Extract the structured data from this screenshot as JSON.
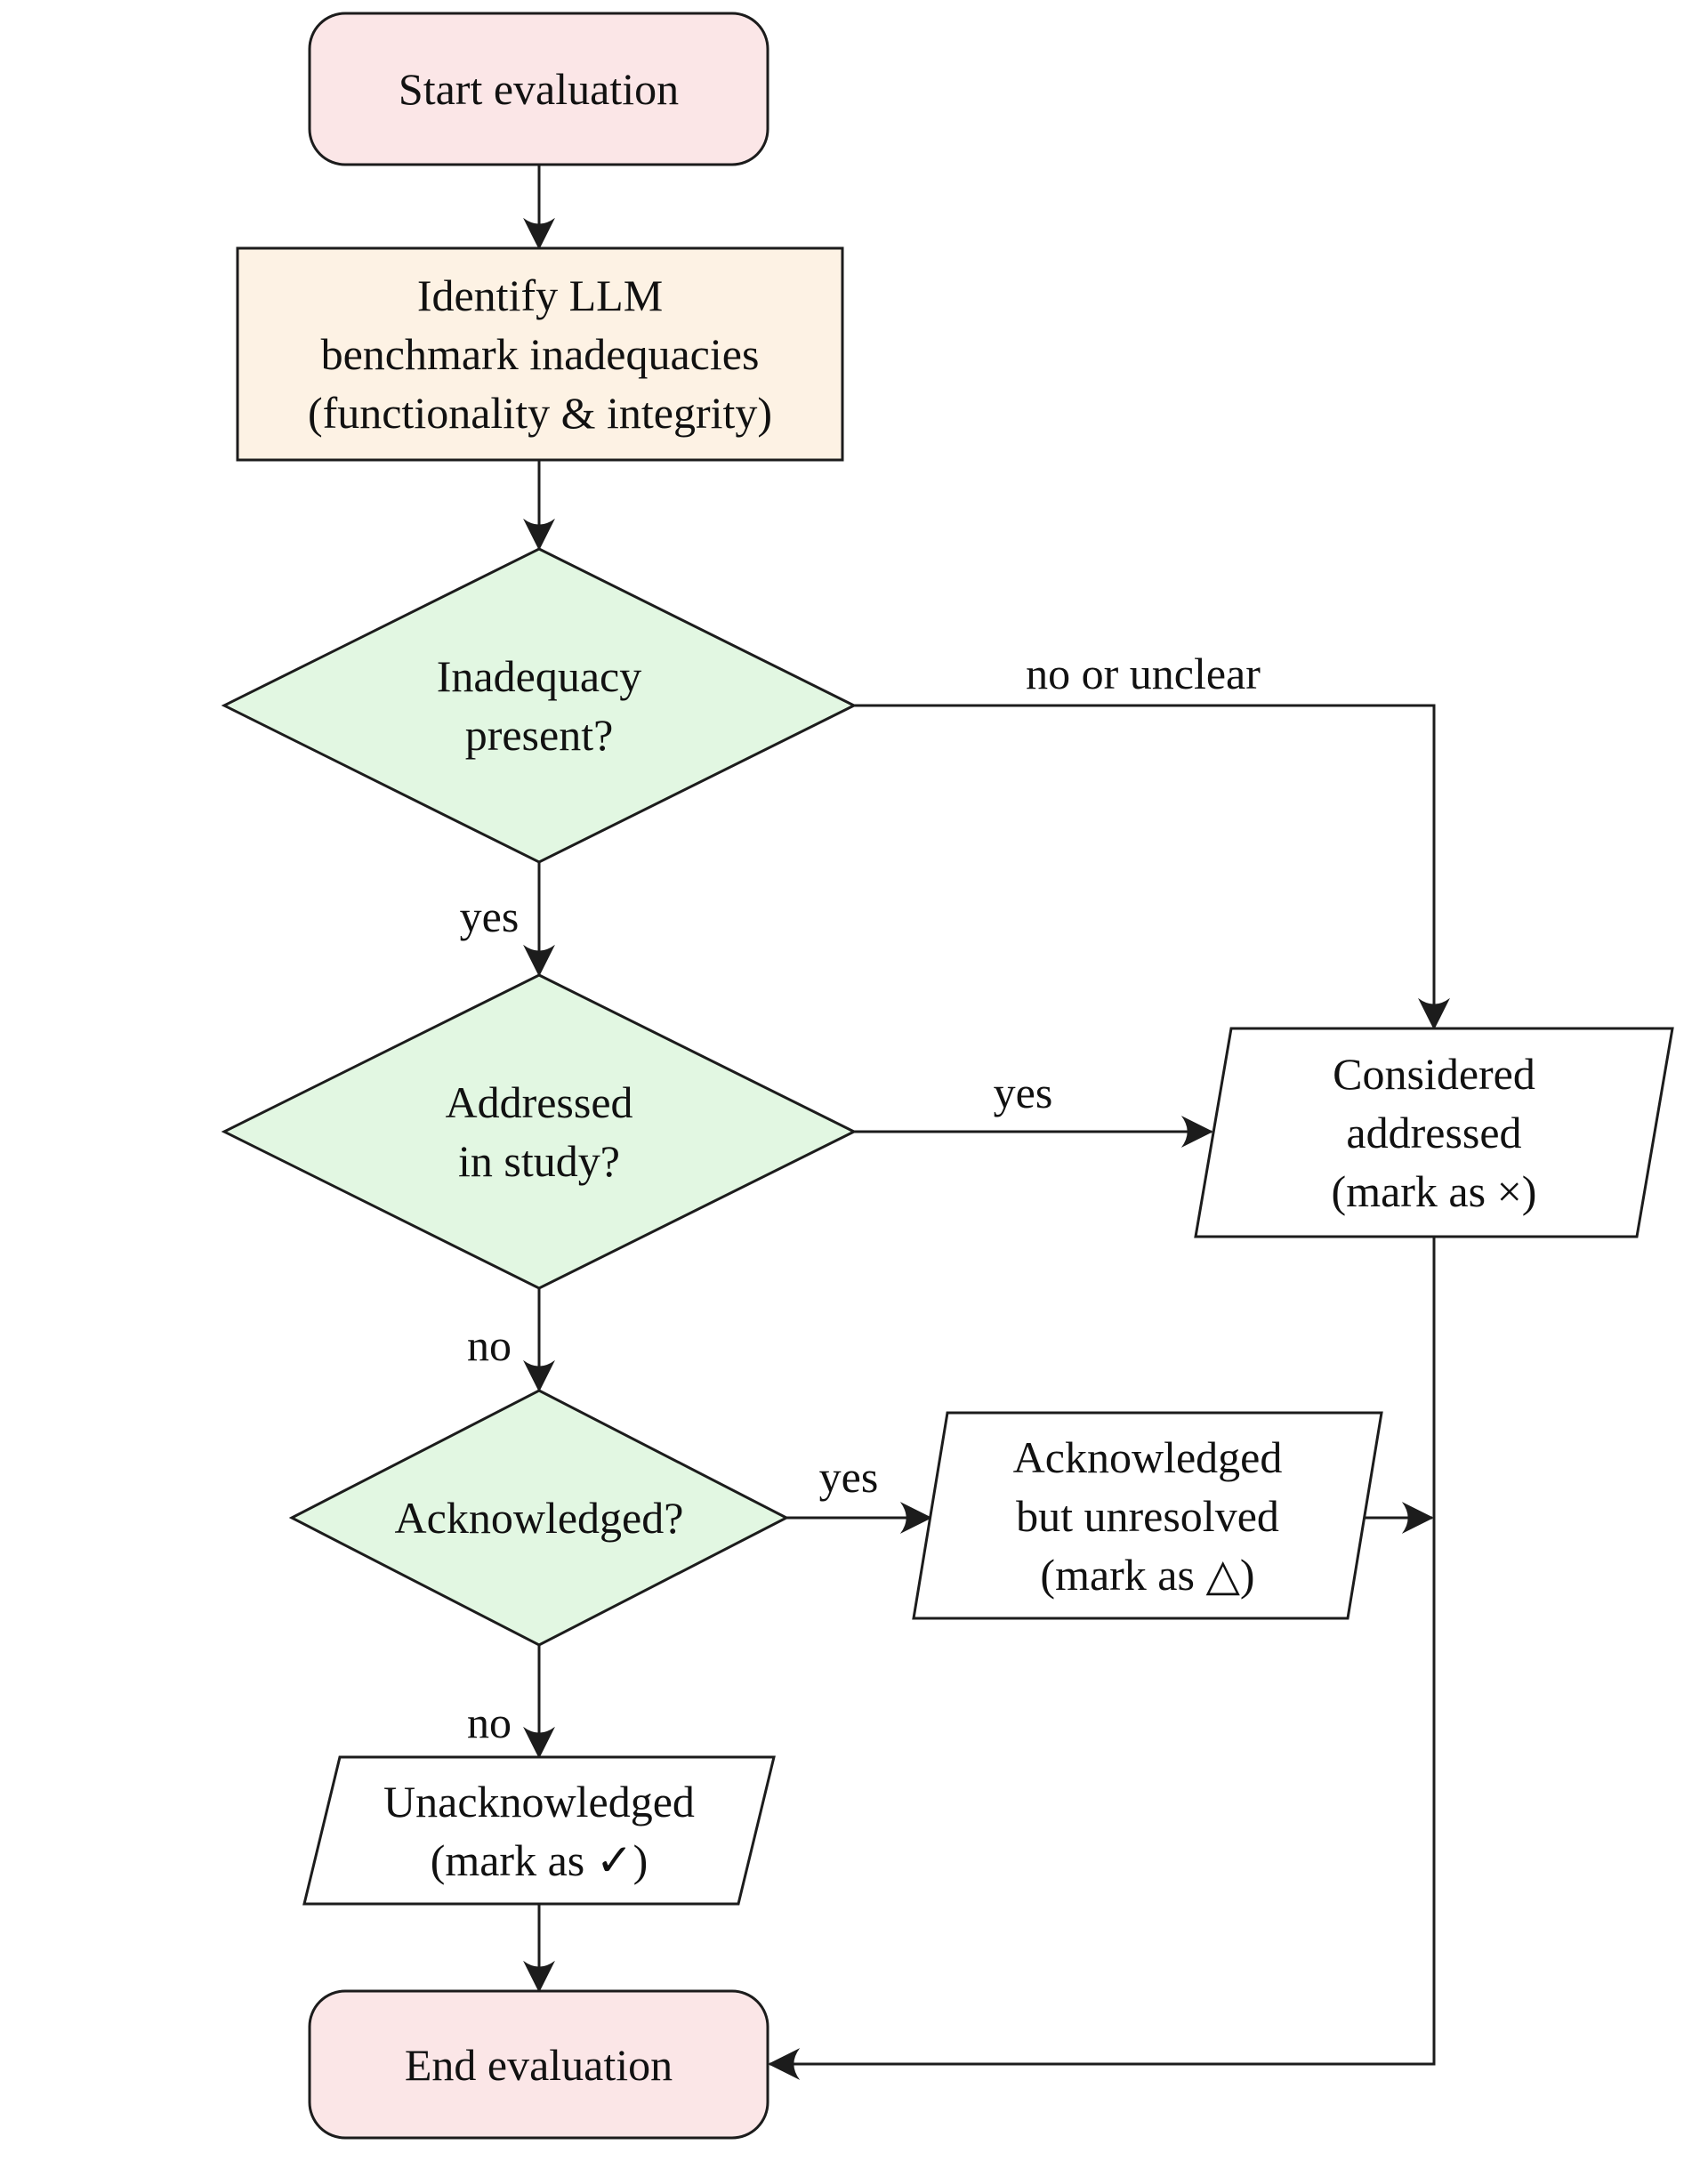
{
  "flowchart": {
    "background": "#ffffff",
    "stroke_color": "#1c1c1c",
    "nodes": {
      "start": {
        "label": "Start evaluation",
        "fill": "#fbe6e7",
        "shape": "rounded-terminator"
      },
      "identify": {
        "label": "Identify LLM\nbenchmark inadequacies\n(functionality & integrity)",
        "fill": "#fdf2e4",
        "shape": "process-rect"
      },
      "inadequacy_present": {
        "label": "Inadequacy\npresent?",
        "fill": "#e2f7e2",
        "shape": "decision-diamond"
      },
      "addressed_in_study": {
        "label": "Addressed\nin study?",
        "fill": "#e2f7e2",
        "shape": "decision-diamond"
      },
      "acknowledged": {
        "label": "Acknowledged?",
        "fill": "#e2f7e2",
        "shape": "decision-diamond"
      },
      "considered_addressed": {
        "label": "Considered\naddressed\n(mark as ×)",
        "fill": "#ffffff",
        "shape": "io-parallelogram"
      },
      "acknowledged_unresolved": {
        "label": "Acknowledged\nbut unresolved\n(mark as △)",
        "fill": "#ffffff",
        "shape": "io-parallelogram"
      },
      "unacknowledged": {
        "label": "Unacknowledged\n(mark as ✓)",
        "fill": "#ffffff",
        "shape": "io-parallelogram"
      },
      "end": {
        "label": "End evaluation",
        "fill": "#fbe6e7",
        "shape": "rounded-terminator"
      }
    },
    "edge_labels": {
      "no_or_unclear": "no or unclear",
      "yes_present": "yes",
      "no_addressed": "no",
      "yes_addressed": "yes",
      "no_acknowledged": "no",
      "yes_acknowledged": "yes"
    }
  }
}
